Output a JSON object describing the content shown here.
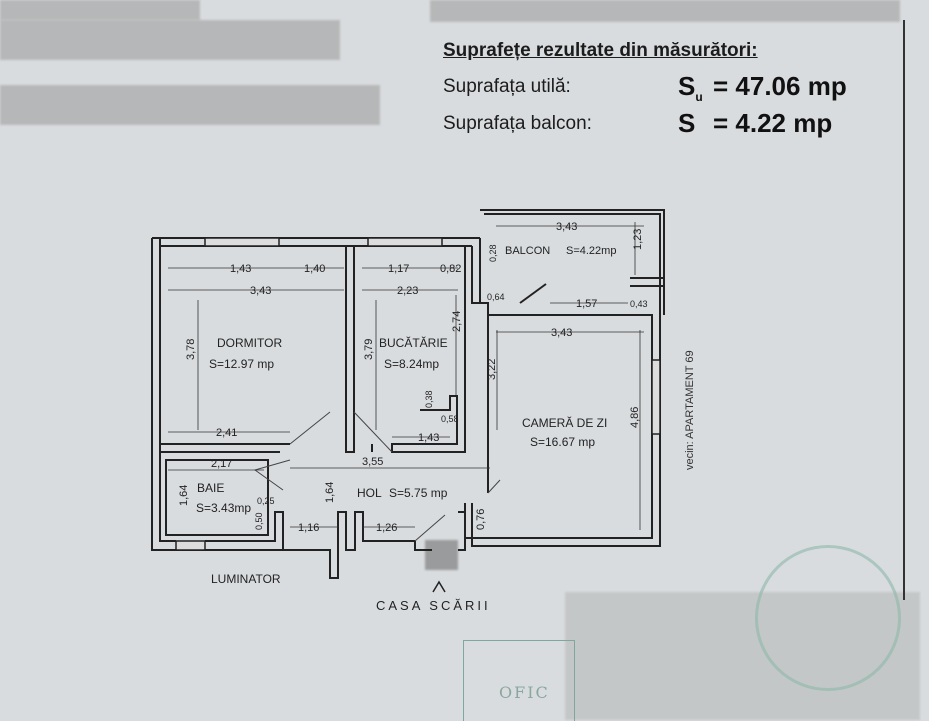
{
  "summary": {
    "heading": "Suprafețe rezultate din măsurători:",
    "useful_label": "Suprafața utilă:",
    "useful_symbol": "S",
    "useful_subscript": "u",
    "useful_value": "= 47.06 mp",
    "balcony_label": "Suprafața balcon:",
    "balcony_symbol": "S",
    "balcony_value": "=   4.22 mp"
  },
  "rooms": {
    "dormitor": {
      "name": "DORMITOR",
      "area": "S=12.97 mp"
    },
    "bucatarie": {
      "name": "BUCĂTĂRIE",
      "area": "S=8.24mp"
    },
    "camera": {
      "name": "CAMERĂ DE ZI",
      "area": "S=16.67 mp"
    },
    "baie": {
      "name": "BAIE",
      "area": "S=3.43mp"
    },
    "hol": {
      "name": "HOL",
      "area": "S=5.75 mp"
    },
    "balcon": {
      "name": "BALCON",
      "area": "S=4.22mp"
    }
  },
  "dimensions": {
    "d_143_top": "1,43",
    "d_140": "1,40",
    "d_343_dorm": "3,43",
    "d_378": "3,78",
    "d_241": "2,41",
    "d_117": "1,17",
    "d_082": "0,82",
    "d_223": "2,23",
    "d_274": "2,74",
    "d_379": "3,79",
    "d_038": "0,38",
    "d_058": "0,58",
    "d_143_kit": "1,43",
    "d_343_bal": "3,43",
    "d_123": "1,23",
    "d_028": "0,28",
    "d_064": "0,64",
    "d_157": "1,57",
    "d_043": "0,43",
    "d_343_cam": "3,43",
    "d_322": "3,22",
    "d_486": "4,86",
    "d_217": "2,17",
    "d_355": "3,55",
    "d_164_baie": "1,64",
    "d_025": "0,25",
    "d_050": "0,50",
    "d_116": "1,16",
    "d_164_hol": "1,64",
    "d_126": "1,26",
    "d_076": "0,76"
  },
  "labels": {
    "luminator": "LUMINATOR",
    "stairs": "CASA  SCĂRII",
    "neighbor": "vecin: APARTAMENT 69",
    "stamp_line": "OFIC"
  }
}
